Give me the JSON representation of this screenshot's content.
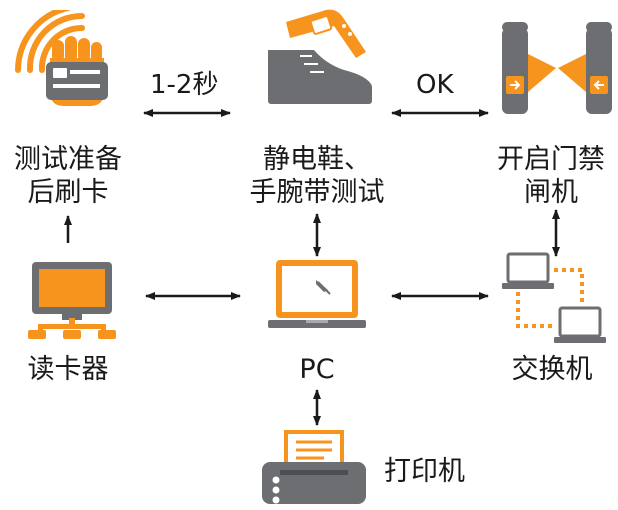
{
  "nodes": {
    "card": {
      "label_line1": "测试准备",
      "label_line2": "后刷卡"
    },
    "tester": {
      "label_line1": "静电鞋、",
      "label_line2": "手腕带测试"
    },
    "gate": {
      "label_line1": "开启门禁",
      "label_line2": "闸机"
    },
    "reader": {
      "label": "读卡器"
    },
    "pc": {
      "label": "PC"
    },
    "switch": {
      "label": "交换机"
    },
    "printer": {
      "label": "打印机"
    }
  },
  "edges": {
    "card_tester": "1-2秒",
    "tester_gate": "OK"
  },
  "colors": {
    "accent": "#f7941d",
    "gray": "#6d6e71",
    "arrow": "#1a1a1a"
  }
}
